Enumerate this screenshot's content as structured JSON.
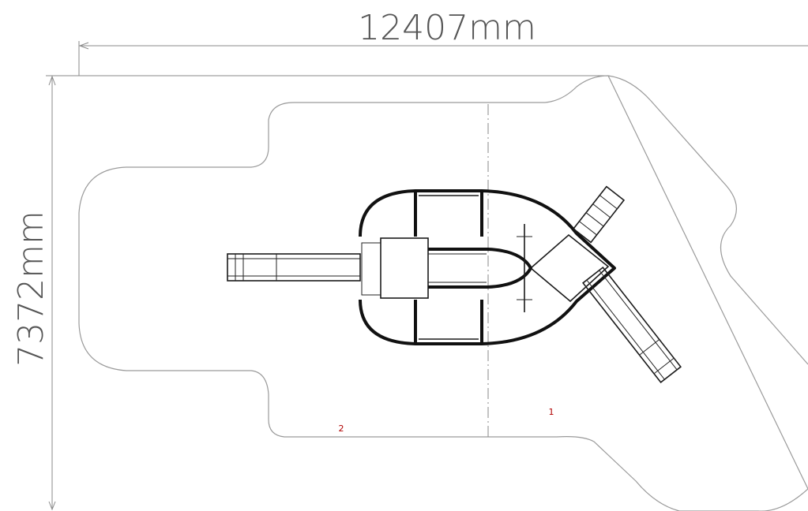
{
  "dimensions": {
    "width_label": "12407mm",
    "height_label": "7372mm"
  },
  "zones": [
    {
      "label": "2"
    },
    {
      "label": "1"
    }
  ],
  "colors": {
    "dimension_text": "#555555",
    "zone_label": "#b00000",
    "line": "#111111",
    "outline": "#9a9a9a"
  }
}
